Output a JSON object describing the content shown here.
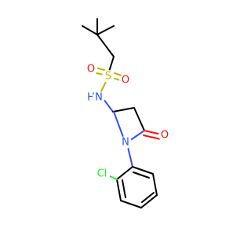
{
  "molecule": {
    "atoms": {
      "S": {
        "label": "S",
        "color": "#b8b800"
      },
      "O_sulfonyl_left": {
        "label": "O",
        "color": "#ff0d0d"
      },
      "O_sulfonyl_right": {
        "label": "O",
        "color": "#ff0d0d"
      },
      "NH": {
        "label": "H",
        "color": "#3050f8"
      },
      "N_amide": {
        "label": "N",
        "color": "#3050f8"
      },
      "NH_N": {
        "label": "N",
        "color": "#3050f8"
      },
      "O_carbonyl": {
        "label": "O",
        "color": "#ff0d0d"
      },
      "Cl": {
        "label": "Cl",
        "color": "#1ff01f"
      }
    }
  }
}
